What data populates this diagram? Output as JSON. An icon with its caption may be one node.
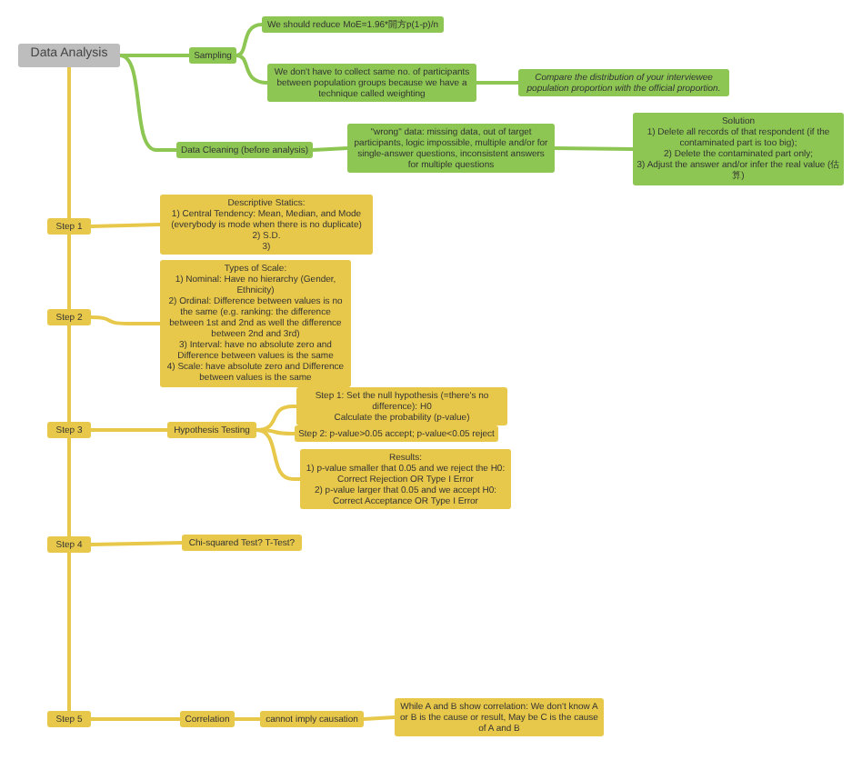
{
  "diagram": {
    "nodes": [
      {
        "text": [
          "Data Analysis"
        ]
      },
      {
        "text": [
          "Sampling"
        ]
      },
      {
        "text": [
          "We should reduce MoE=1.96*開方p(1-p)/n"
        ]
      },
      {
        "text": [
          "We don't have to collect same no. of participants between population groups because we have a technique called weighting"
        ]
      },
      {
        "text": [
          "Compare the distribution of your interviewee population proportion with the official proportion."
        ]
      },
      {
        "text": [
          "Data Cleaning (before analysis)"
        ]
      },
      {
        "text": [
          "\"wrong\" data: missing data, out of target participants, logic impossible, multiple and/or for single-answer questions, inconsistent answers for multiple questions"
        ]
      },
      {
        "text": [
          "Solution",
          "1) Delete all records of that respondent (if the contaminated part is too big);",
          "2) Delete the contaminated part only;",
          "3) Adjust the answer and/or infer the real value (估算)"
        ]
      },
      {
        "text": [
          "Step 1"
        ]
      },
      {
        "text": [
          "Descriptive Statics:",
          "1) Central Tendency: Mean, Median, and Mode (everybody is mode when there is no duplicate)",
          "2) S.D.",
          "3)"
        ]
      },
      {
        "text": [
          "Step 2"
        ]
      },
      {
        "text": [
          "Types of Scale:",
          "1) Nominal: Have no hierarchy (Gender, Ethnicity)",
          "2) Ordinal: Difference between values is no the same (e.g. ranking: the difference between 1st and 2nd as well the difference between 2nd and 3rd)",
          "3) Interval: have no absolute zero and Difference between values is the same",
          "4) Scale: have absolute zero and Difference between values is the same"
        ]
      },
      {
        "text": [
          "Step 3"
        ]
      },
      {
        "text": [
          "Hypothesis Testing"
        ]
      },
      {
        "text": [
          "Step 1: Set the null hypothesis (=there's no difference): H0",
          "Calculate the probability (p-value)"
        ]
      },
      {
        "text": [
          "Step 2: p-value>0.05 accept; p-value<0.05 reject"
        ]
      },
      {
        "text": [
          "Results:",
          "1) p-value smaller that 0.05 and we reject the H0: Correct Rejection OR Type I Error",
          "2) p-value larger that 0.05 and we accept H0: Correct Acceptance OR Type I Error"
        ]
      },
      {
        "text": [
          "Step 4"
        ]
      },
      {
        "text": [
          "Chi-squared Test? T-Test?"
        ]
      },
      {
        "text": [
          "Step 5"
        ]
      },
      {
        "text": [
          "Correlation"
        ]
      },
      {
        "text": [
          "cannot imply causation"
        ]
      },
      {
        "text": [
          "While A and B show correlation: We don't know A or B is the cause or result, May be C is the cause of A and B"
        ]
      }
    ],
    "edges": [
      {
        "from": 0,
        "to": 1,
        "arrow": "none",
        "color": "#8dc653"
      },
      {
        "from": 1,
        "to": 2,
        "arrow": "none",
        "color": "#8dc653"
      },
      {
        "from": 1,
        "to": 3,
        "arrow": "none",
        "color": "#8dc653"
      },
      {
        "from": 3,
        "to": 4,
        "arrow": "none",
        "color": "#8dc653"
      },
      {
        "from": 0,
        "to": 5,
        "arrow": "none",
        "color": "#8dc653"
      },
      {
        "from": 5,
        "to": 6,
        "arrow": "none",
        "color": "#8dc653"
      },
      {
        "from": 6,
        "to": 7,
        "arrow": "none",
        "color": "#8dc653"
      },
      {
        "from": 0,
        "to": 8,
        "arrow": "none"
      },
      {
        "from": 8,
        "to": 9,
        "arrow": "none"
      },
      {
        "from": 8,
        "to": 10,
        "arrow": "none"
      },
      {
        "from": 10,
        "to": 11,
        "arrow": "none"
      },
      {
        "from": 10,
        "to": 12,
        "arrow": "none"
      },
      {
        "from": 12,
        "to": 13,
        "arrow": "none"
      },
      {
        "from": 13,
        "to": 14,
        "arrow": "none"
      },
      {
        "from": 13,
        "to": 15,
        "arrow": "none"
      },
      {
        "from": 13,
        "to": 16,
        "arrow": "none"
      },
      {
        "from": 12,
        "to": 17,
        "arrow": "none"
      },
      {
        "from": 17,
        "to": 18,
        "arrow": "none"
      },
      {
        "from": 17,
        "to": 19,
        "arrow": "none"
      },
      {
        "from": 19,
        "to": 20,
        "arrow": "none"
      },
      {
        "from": 20,
        "to": 21,
        "arrow": "none"
      },
      {
        "from": 21,
        "to": 22,
        "arrow": "none"
      }
    ]
  }
}
